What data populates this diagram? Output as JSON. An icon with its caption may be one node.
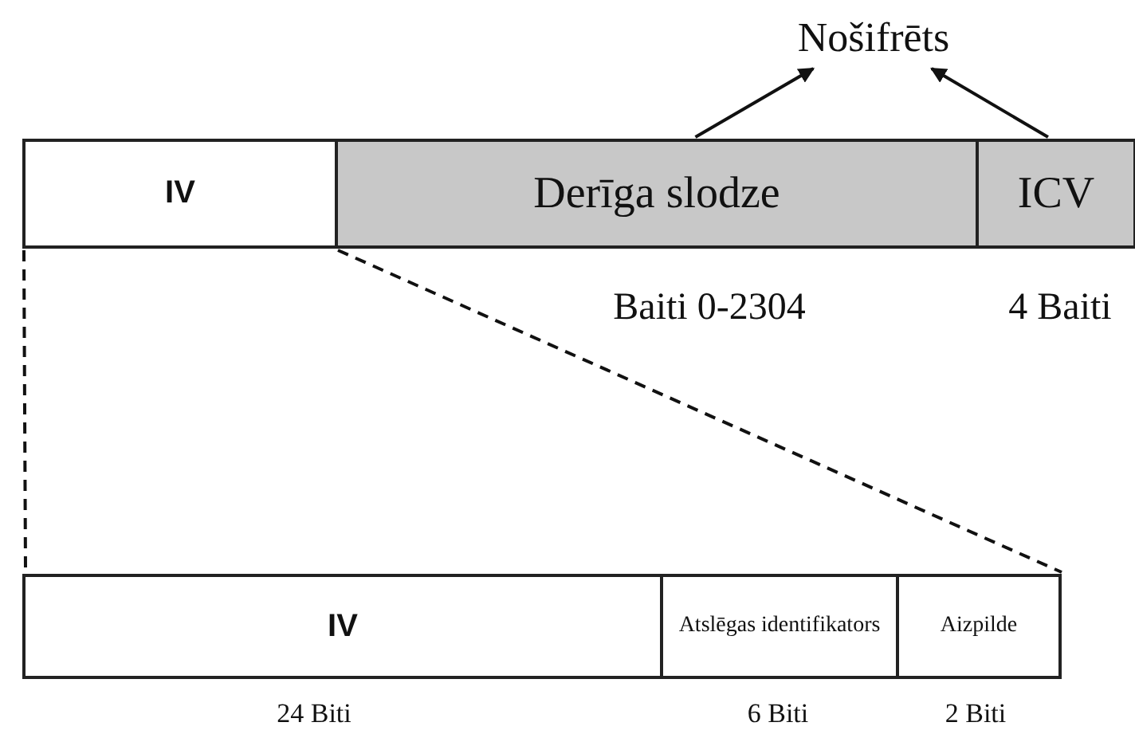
{
  "diagram": {
    "nodes": [
      {
        "text": [
          "IV"
        ]
      },
      {
        "text": [
          "Derīga slodze"
        ],
        "beside": [
          "Baiti 0-2304"
        ]
      },
      {
        "text": [
          "ICV"
        ],
        "beside": [
          "4 Baiti"
        ]
      },
      {
        "text": [
          "Nošifrēts"
        ]
      },
      {
        "text": [
          "IV"
        ],
        "beside": [
          "24 Biti"
        ]
      },
      {
        "text": [
          "Atslēgas identifikators"
        ],
        "beside": [
          "6 Biti"
        ]
      },
      {
        "text": [
          "Aizpilde"
        ],
        "beside": [
          "2 Biti"
        ]
      }
    ],
    "edges": [
      {
        "from": 1,
        "to": 3,
        "arrow": "to"
      },
      {
        "from": 2,
        "to": 3,
        "arrow": "to"
      },
      {
        "from": 0,
        "to": 4,
        "arrow": "none",
        "style": "dashed"
      },
      {
        "from": 0,
        "to": 6,
        "arrow": "none",
        "style": "dashed"
      }
    ]
  }
}
